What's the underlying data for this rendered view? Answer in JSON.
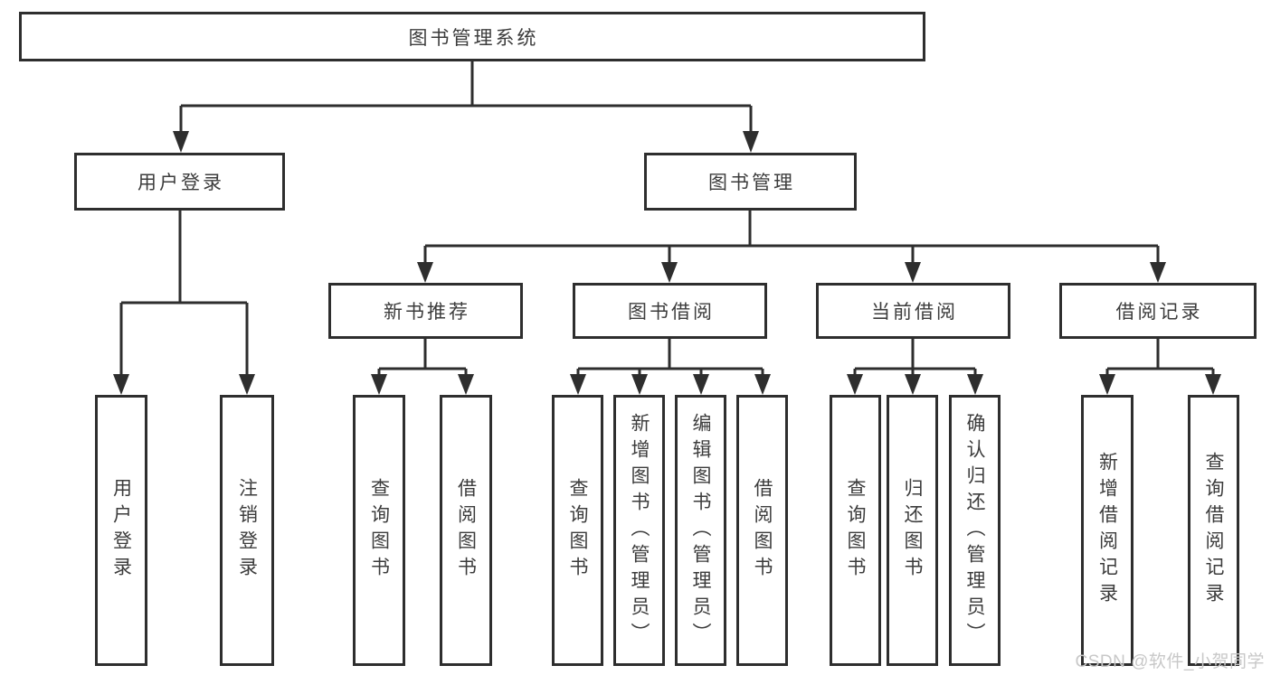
{
  "diagram": {
    "root": {
      "label": "图书管理系统"
    },
    "level2": [
      {
        "id": "user-login",
        "label": "用户登录"
      },
      {
        "id": "book-management",
        "label": "图书管理"
      }
    ],
    "level3": [
      {
        "id": "new-book-recommend",
        "label": "新书推荐"
      },
      {
        "id": "book-borrowing",
        "label": "图书借阅"
      },
      {
        "id": "current-borrowing",
        "label": "当前借阅"
      },
      {
        "id": "borrowing-records",
        "label": "借阅记录"
      }
    ],
    "leaves": [
      {
        "id": "user-login-leaf",
        "label": "用户登录"
      },
      {
        "id": "logout-leaf",
        "label": "注销登录"
      },
      {
        "id": "recommend-query-books",
        "label": "查询图书"
      },
      {
        "id": "recommend-borrow-books",
        "label": "借阅图书"
      },
      {
        "id": "borrowing-query-books",
        "label": "查询图书"
      },
      {
        "id": "borrowing-add-books",
        "label": "新增图书（管理员）"
      },
      {
        "id": "borrowing-edit-books",
        "label": "编辑图书（管理员）"
      },
      {
        "id": "borrowing-borrow-books",
        "label": "借阅图书"
      },
      {
        "id": "current-query-books",
        "label": "查询图书"
      },
      {
        "id": "current-return-books",
        "label": "归还图书"
      },
      {
        "id": "current-confirm-return",
        "label": "确认归还（管理员）"
      },
      {
        "id": "records-add-record",
        "label": "新增借阅记录"
      },
      {
        "id": "records-query-record",
        "label": "查询借阅记录"
      }
    ],
    "colors": {
      "line": "#2e2e2e",
      "text": "#3c3c3c",
      "watermark": "#c8c8c8",
      "background": "#ffffff"
    },
    "watermark": "CSDN @软件_小贺同学"
  }
}
